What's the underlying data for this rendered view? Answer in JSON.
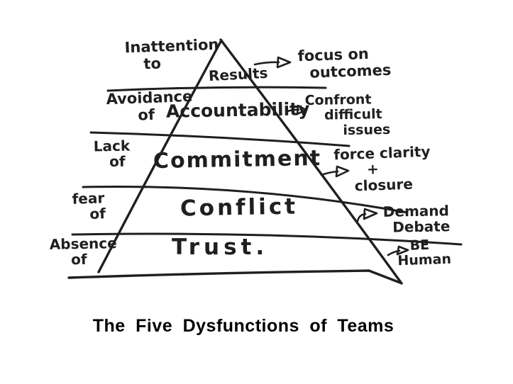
{
  "slide": {
    "title": "The Five Dysfunctions of Teams"
  },
  "colors": {
    "ink": "#1f1f1f",
    "background": "#ffffff",
    "title_text": "#000000"
  },
  "diagram": {
    "type": "pyramid",
    "style": "hand-drawn-sketch",
    "levels": [
      {
        "position": "top",
        "dysfunction": [
          "Inattention",
          "to"
        ],
        "name": "Results",
        "remedy": [
          "focus on",
          "outcomes"
        ]
      },
      {
        "position": "second",
        "dysfunction": [
          "Avoidance",
          "of"
        ],
        "name": "Accountability",
        "remedy": [
          "Confront",
          "difficult",
          "issues"
        ]
      },
      {
        "position": "middle",
        "dysfunction": [
          "Lack",
          "of"
        ],
        "name": "Commitment",
        "remedy": [
          "force clarity",
          "+",
          "closure"
        ]
      },
      {
        "position": "fourth",
        "dysfunction": [
          "fear",
          "of"
        ],
        "name": "Conflict",
        "remedy": [
          "Demand",
          "Debate"
        ]
      },
      {
        "position": "base",
        "dysfunction": [
          "Absence",
          "of"
        ],
        "name": "Trust.",
        "remedy": [
          "BE",
          "Human"
        ]
      }
    ]
  }
}
